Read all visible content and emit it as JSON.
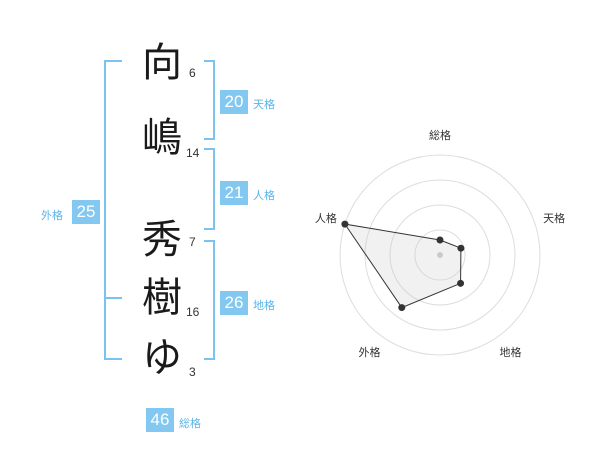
{
  "name_chars": [
    {
      "char": "向",
      "strokes": "6"
    },
    {
      "char": "嶋",
      "strokes": "14"
    },
    {
      "char": "秀",
      "strokes": "7"
    },
    {
      "char": "樹",
      "strokes": "16"
    },
    {
      "char": "ゆ",
      "strokes": "3"
    }
  ],
  "kakusu": {
    "tenkaku": {
      "value": "20",
      "label": "天格"
    },
    "jinkaku": {
      "value": "21",
      "label": "人格"
    },
    "chikaku": {
      "value": "26",
      "label": "地格"
    },
    "gaikaku": {
      "value": "25",
      "label": "外格"
    },
    "soukaku": {
      "value": "46",
      "label": "総格"
    }
  },
  "colors": {
    "accent": "#82c8f0",
    "label": "#58b5e8",
    "bracket": "#7cc2ee"
  },
  "chart_data": {
    "type": "radar",
    "axes": [
      "総格",
      "天格",
      "地格",
      "外格",
      "人格"
    ],
    "values": [
      0.15,
      0.22,
      0.35,
      0.65,
      1.0
    ],
    "max": 1.0,
    "grid_rings": 4
  }
}
